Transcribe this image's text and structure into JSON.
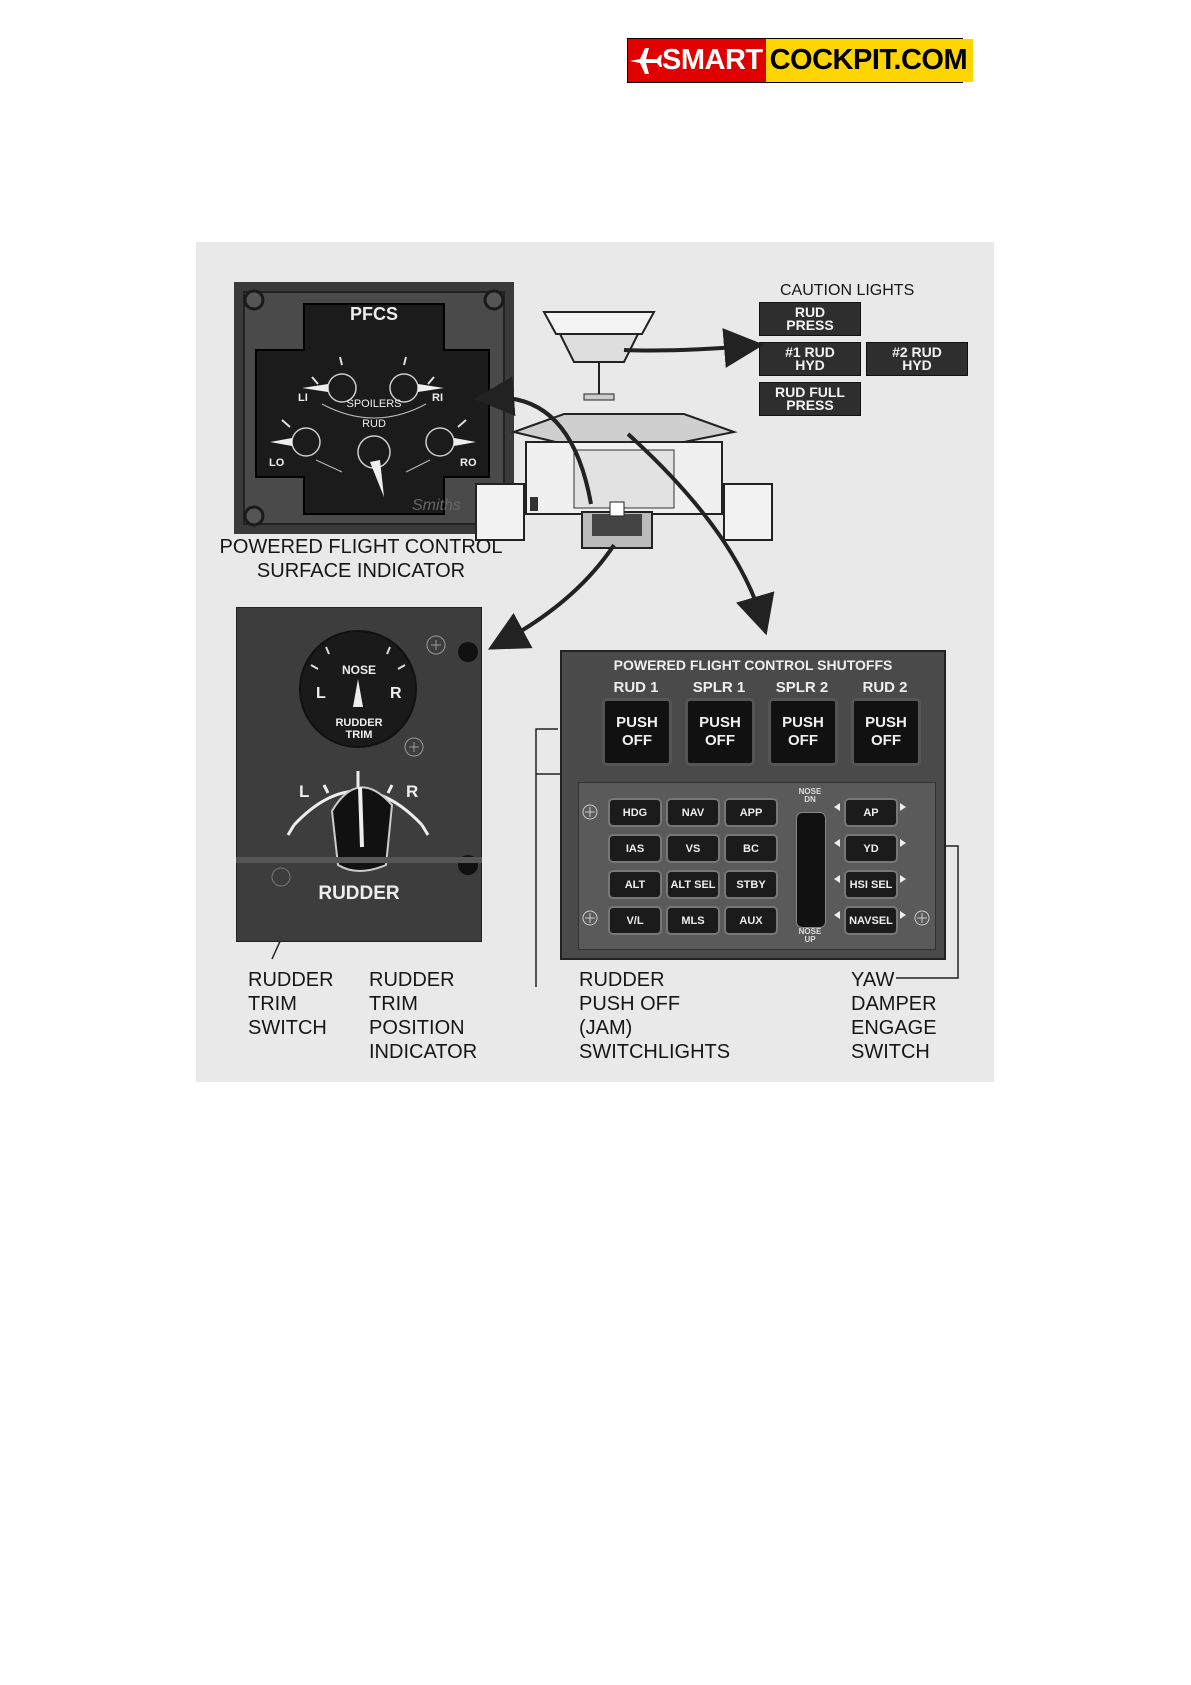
{
  "logo": {
    "text_red": "SMART",
    "text_yellow": "COCKPIT.COM",
    "colors": {
      "red": "#e00000",
      "yellow": "#ffd500"
    },
    "icon": "airplane-icon"
  },
  "pfcs_indicator": {
    "title": "PFCS",
    "spoilers_label": "SPOILERS",
    "rud_label": "RUD",
    "li": "LI",
    "ri": "RI",
    "lo": "LO",
    "ro": "RO",
    "caption": "POWERED FLIGHT CONTROL\nSURFACE INDICATOR"
  },
  "caution_lights": {
    "title": "CAUTION LIGHTS",
    "rud_press": "RUD\nPRESS",
    "rud1_hyd": "#1 RUD\nHYD",
    "rud2_hyd": "#2 RUD\nHYD",
    "rud_full_press": "RUD FULL\nPRESS"
  },
  "rudder_trim_panel": {
    "nose": "NOSE",
    "l": "L",
    "r": "R",
    "rudder_trim": "RUDDER\nTRIM",
    "knob_l": "L",
    "knob_r": "R",
    "rudder": "RUDDER"
  },
  "shutoffs_panel": {
    "title": "POWERED FLIGHT CONTROL SHUTOFFS",
    "switches": [
      {
        "head": "RUD 1",
        "label": "PUSH\nOFF"
      },
      {
        "head": "SPLR 1",
        "label": "PUSH\nOFF"
      },
      {
        "head": "SPLR 2",
        "label": "PUSH\nOFF"
      },
      {
        "head": "RUD 2",
        "label": "PUSH\nOFF"
      }
    ],
    "autopilot_buttons": [
      [
        "HDG",
        "NAV",
        "APP"
      ],
      [
        "IAS",
        "VS",
        "BC"
      ],
      [
        "ALT",
        "ALT SEL",
        "STBY"
      ],
      [
        "V/L",
        "MLS",
        "AUX"
      ]
    ],
    "right_buttons": [
      "AP",
      "YD",
      "HSI SEL",
      "NAVSEL"
    ],
    "nose_dn": "NOSE\nDN",
    "nose_up": "NOSE\nUP"
  },
  "callouts": {
    "rudder_trim_switch": "RUDDER\nTRIM\nSWITCH",
    "rudder_trim_position_indicator": "RUDDER\nTRIM\nPOSITION\nINDICATOR",
    "rudder_push_off": "RUDDER\nPUSH OFF\n(JAM)\nSWITCHLIGHTS",
    "yaw_damper": "YAW\nDAMPER\nENGAGE\nSWITCH"
  }
}
